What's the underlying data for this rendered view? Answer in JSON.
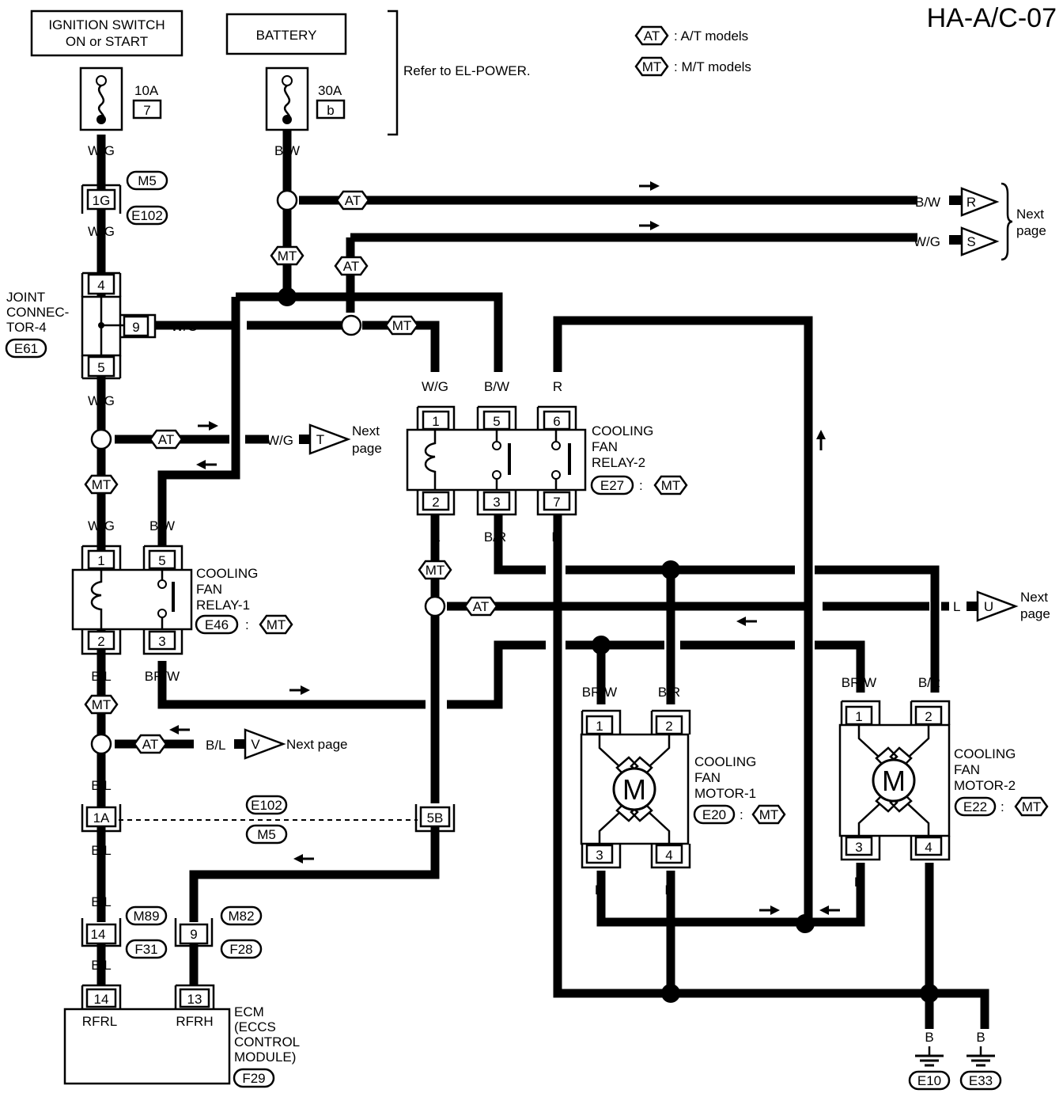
{
  "page_id": "HA-A/C-07",
  "legend": {
    "at": {
      "tag": "AT",
      "text": ": A/T models"
    },
    "mt": {
      "tag": "MT",
      "text": ": M/T models"
    }
  },
  "sources": {
    "ignition": [
      "IGNITION SWITCH",
      "ON or START"
    ],
    "battery": "BATTERY",
    "refer": "Refer to EL-POWER."
  },
  "fuses": {
    "f10": {
      "rating": "10A",
      "id": "7"
    },
    "f30": {
      "rating": "30A",
      "id": "b"
    }
  },
  "joint_connector": {
    "name": [
      "JOINT",
      "CONNEC-",
      "TOR-4"
    ],
    "conn": "E61",
    "pins": [
      "4",
      "9",
      "5"
    ]
  },
  "relay1": {
    "name": [
      "COOLING",
      "FAN",
      "RELAY-1"
    ],
    "conn": "E46",
    "model": "MT",
    "pins": [
      "1",
      "5",
      "2",
      "3"
    ]
  },
  "relay2": {
    "name": [
      "COOLING",
      "FAN",
      "RELAY-2"
    ],
    "conn": "E27",
    "model": "MT",
    "pins": [
      "1",
      "5",
      "6",
      "2",
      "3",
      "7"
    ]
  },
  "motor1": {
    "name": [
      "COOLING",
      "FAN",
      "MOTOR-1"
    ],
    "conn": "E20",
    "model": "MT",
    "symbol": "M",
    "pins": [
      "1",
      "2",
      "3",
      "4"
    ]
  },
  "motor2": {
    "name": [
      "COOLING",
      "FAN",
      "MOTOR-2"
    ],
    "conn": "E22",
    "model": "MT",
    "symbol": "M",
    "pins": [
      "1",
      "2",
      "3",
      "4"
    ]
  },
  "ecm": {
    "name": [
      "ECM",
      "(ECCS",
      "CONTROL",
      "MODULE)"
    ],
    "conn": "F29",
    "pins": [
      "14",
      "13"
    ],
    "terminals": [
      "RFRL",
      "RFRH"
    ]
  },
  "connectors": {
    "c1g": {
      "pin": "1G",
      "ids": [
        "M5",
        "E102"
      ]
    },
    "c1a": {
      "pin": "1A"
    },
    "c5b": {
      "pin": "5B"
    },
    "c1a5b": {
      "ids": [
        "E102",
        "M5"
      ]
    },
    "c14": {
      "pin": "14",
      "ids": [
        "M89",
        "F31"
      ]
    },
    "c9": {
      "pin": "9",
      "ids": [
        "M82",
        "F28"
      ]
    }
  },
  "grounds": [
    "E10",
    "E33"
  ],
  "next_page": {
    "r": {
      "letter": "R",
      "wire": "B/W"
    },
    "s": {
      "letter": "S",
      "wire": "W/G"
    },
    "rs_label": [
      "Next",
      "page"
    ],
    "t": {
      "letter": "T",
      "wire": "W/G",
      "label": [
        "Next",
        "page"
      ]
    },
    "u": {
      "letter": "U",
      "wire": "L",
      "label": [
        "Next",
        "page"
      ]
    },
    "v": {
      "letter": "V",
      "wire": "B/L",
      "label": "Next page"
    }
  },
  "wires": {
    "w1": "W/G",
    "w2": "B/W",
    "w3": "W/G",
    "w4": "W/G",
    "w5": "W/G",
    "w6": "W/G",
    "w7": "W/G",
    "w8": "B/W",
    "w9": "B/L",
    "w10": "BR/W",
    "w11": "B/L",
    "w12": "B/L",
    "w13": "B/L",
    "w14": "B/L",
    "w15": "W/G",
    "w16": "B/W",
    "w17": "R",
    "w18": "L",
    "w19": "B/R",
    "w20": "B",
    "w21": "L",
    "w22": "L",
    "w23": "L",
    "w24": "BR/W",
    "w25": "B/R",
    "w26": "R",
    "w27": "B",
    "w28": "BR/W",
    "w29": "B/R",
    "w30": "R",
    "w31": "B",
    "w32": "B",
    "w33": "B"
  },
  "tags": {
    "at": "AT",
    "mt": "MT"
  }
}
